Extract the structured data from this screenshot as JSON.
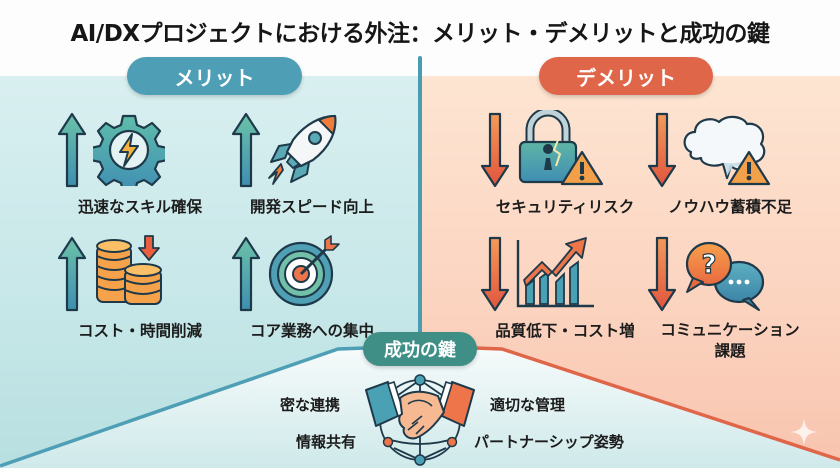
{
  "title": "AI/DXプロジェクトにおける外注：メリット・デメリットと成功の鍵",
  "merits": {
    "header": "メリット",
    "color": "#4e9fb6",
    "items": [
      {
        "label": "迅速なスキル確保",
        "icon": "gear-lightning-icon",
        "trend": "up-arrow-icon"
      },
      {
        "label": "開発スピード向上",
        "icon": "rocket-icon",
        "trend": "up-arrow-icon"
      },
      {
        "label": "コスト・時間削減",
        "icon": "coin-stack-icon",
        "trend": "up-arrow-icon"
      },
      {
        "label": "コア業務への集中",
        "icon": "target-icon",
        "trend": "up-arrow-icon"
      }
    ]
  },
  "demerits": {
    "header": "デメリット",
    "color": "#e0664a",
    "items": [
      {
        "label": "セキュリティリスク",
        "icon": "broken-padlock-warning-icon",
        "trend": "down-arrow-icon"
      },
      {
        "label": "ノウハウ蓄積不足",
        "icon": "brain-cloud-warning-icon",
        "trend": "down-arrow-icon"
      },
      {
        "label": "品質低下・コスト増",
        "icon": "bar-chart-rising-icon",
        "trend": "down-arrow-icon"
      },
      {
        "label": "コミュニケーション\n課題",
        "label_line1": "コミュニケーション",
        "label_line2": "課題",
        "icon": "speech-bubbles-icon",
        "trend": "down-arrow-icon"
      }
    ]
  },
  "success_keys": {
    "header": "成功の鍵",
    "color": "#3f8f86",
    "icon": "handshake-network-icon",
    "items": [
      {
        "label": "密な連携",
        "position": "top-left"
      },
      {
        "label": "適切な管理",
        "position": "top-right"
      },
      {
        "label": "情報共有",
        "position": "bottom-left"
      },
      {
        "label": "パートナーシップ姿勢",
        "position": "bottom-right"
      }
    ]
  }
}
